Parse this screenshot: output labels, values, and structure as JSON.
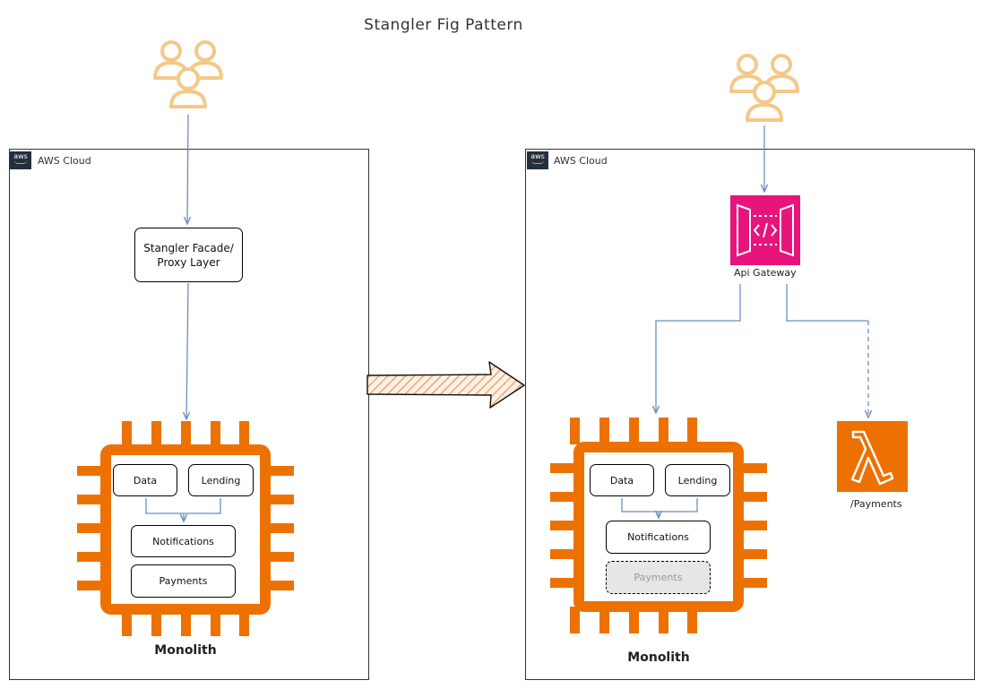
{
  "title": "Stangler Fig Pattern",
  "left": {
    "cloud_label": "AWS Cloud",
    "aws_badge": "aws",
    "facade_label": "Stangler Facade/ Proxy Layer",
    "data_label": "Data",
    "lending_label": "Lending",
    "notifications_label": "Notifications",
    "payments_label": "Payments",
    "monolith_label": "Monolith"
  },
  "right": {
    "cloud_label": "AWS Cloud",
    "aws_badge": "aws",
    "gateway_label": "Api Gateway",
    "data_label": "Data",
    "lending_label": "Lending",
    "notifications_label": "Notifications",
    "payments_label": "Payments",
    "monolith_label": "Monolith",
    "lambda_label": "/Payments"
  },
  "colors": {
    "users": "#f5c889",
    "chip": "#ed7100",
    "api_gateway": "#e7157b",
    "lambda": "#ed7100",
    "arrow": "#6c8ebf",
    "big_arrow_fill": "#f8c9a4"
  },
  "icons": {
    "users": "users-icon",
    "chip": "ec2-instance-icon",
    "api_gateway": "api-gateway-icon",
    "lambda": "lambda-icon"
  }
}
